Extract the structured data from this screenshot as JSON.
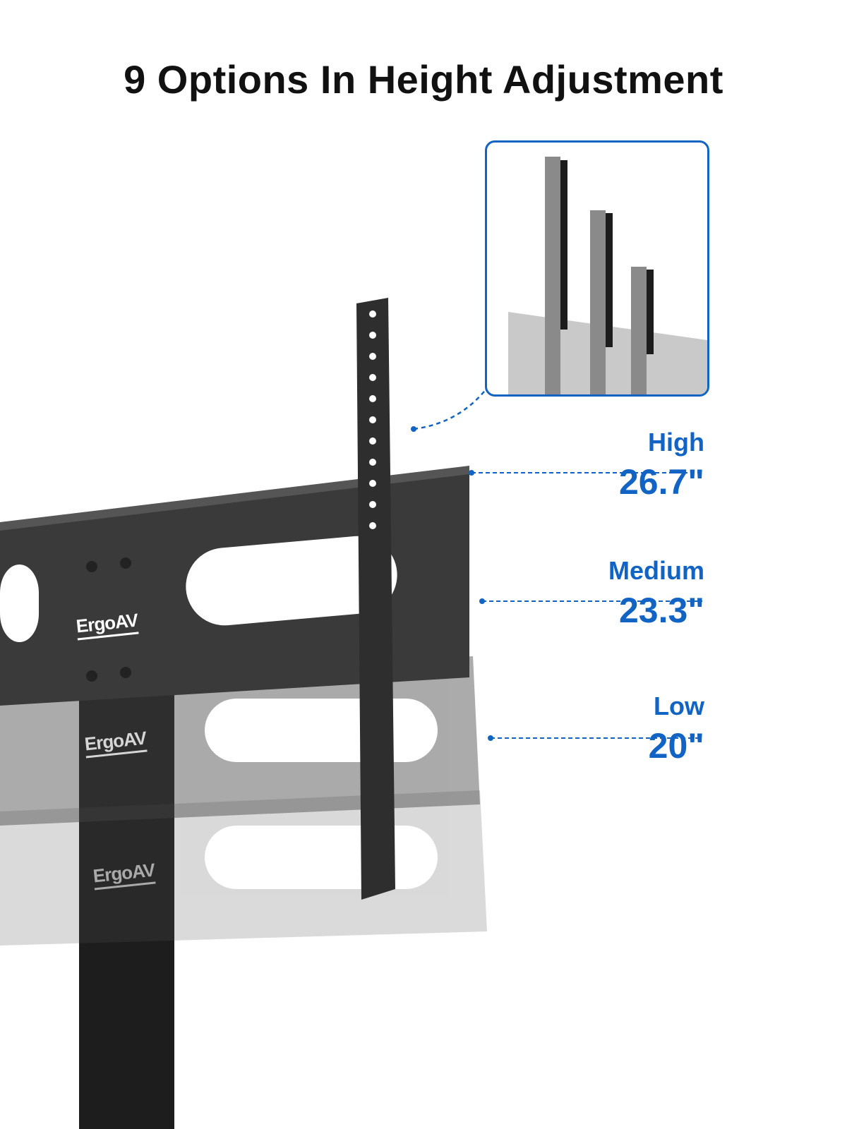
{
  "title": "9 Options In Height Adjustment",
  "brand": "ErgoAV",
  "heights": [
    {
      "name": "High",
      "value": "26.7\""
    },
    {
      "name": "Medium",
      "value": "23.3\""
    },
    {
      "name": "Low",
      "value": "20\""
    }
  ],
  "colors": {
    "accent": "#1163c4",
    "title": "#111111",
    "bracket": "#3a3a3a"
  }
}
